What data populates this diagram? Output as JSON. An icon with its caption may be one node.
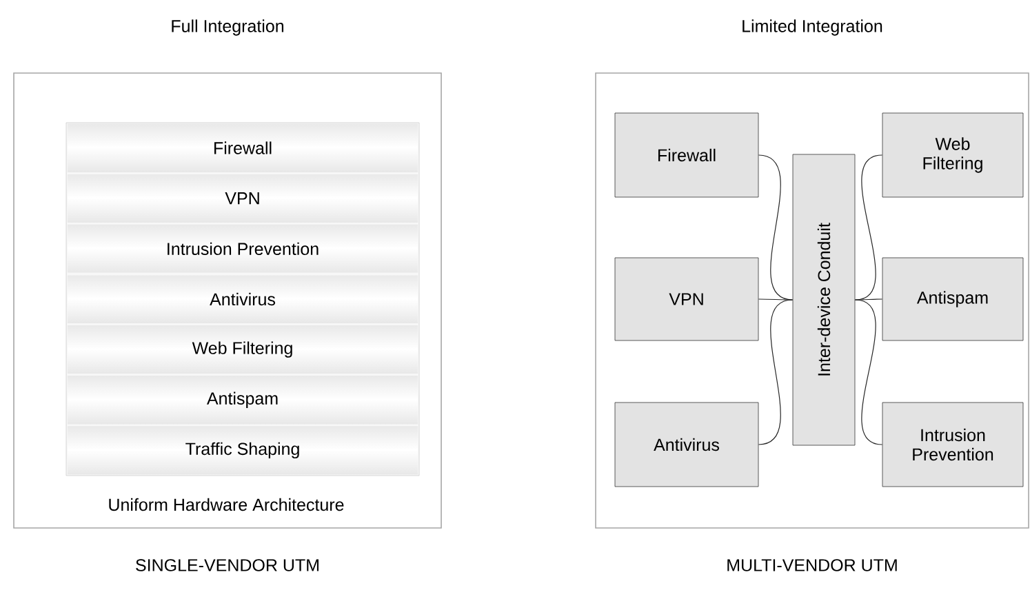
{
  "diagram": {
    "nodes": [
      {
        "text": [
          "Full Integration",
          "Uniform Hardware Architecture"
        ],
        "beside": [
          "SINGLE-VENDOR UTM"
        ]
      },
      {
        "text": [],
        "shape": "box",
        "in": 0
      },
      {
        "text": [
          "Firewall"
        ],
        "in": 1
      },
      {
        "text": [
          "VPN"
        ],
        "in": 1
      },
      {
        "text": [
          "Intrusion Prevention"
        ],
        "in": 1
      },
      {
        "text": [
          "Antivirus"
        ],
        "in": 1
      },
      {
        "text": [
          "Web Filtering"
        ],
        "in": 1
      },
      {
        "text": [
          "Antispam"
        ],
        "in": 1
      },
      {
        "text": [
          "Traffic Shaping"
        ],
        "in": 1
      },
      {
        "text": [
          "Limited Integration"
        ],
        "beside": [
          "MULTI-VENDOR UTM"
        ]
      },
      {
        "text": [
          "Firewall"
        ],
        "in": 9
      },
      {
        "text": [
          "VPN"
        ],
        "in": 9
      },
      {
        "text": [
          "Antivirus"
        ],
        "in": 9
      },
      {
        "text": [
          "Inter-device Conduit"
        ],
        "in": 9
      },
      {
        "text": [
          "Web Filtering"
        ],
        "in": 9
      },
      {
        "text": [
          "Antispam"
        ],
        "in": 9
      },
      {
        "text": [
          "Intrusion Prevention"
        ],
        "in": 9
      }
    ],
    "edges": [
      {
        "from": 10,
        "to": 13,
        "arrow": "none"
      },
      {
        "from": 11,
        "to": 13,
        "arrow": "none"
      },
      {
        "from": 12,
        "to": 13,
        "arrow": "none"
      },
      {
        "from": 13,
        "to": 14,
        "arrow": "none"
      },
      {
        "from": 13,
        "to": 15,
        "arrow": "none"
      },
      {
        "from": 13,
        "to": 16,
        "arrow": "none"
      }
    ]
  }
}
